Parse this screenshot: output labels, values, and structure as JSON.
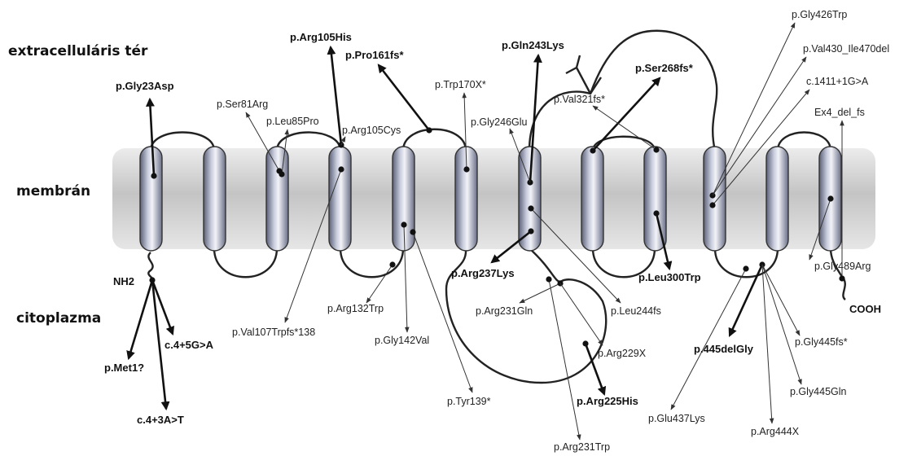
{
  "regions": {
    "extracellular": "extracelluláris tér",
    "membrane": "membrán",
    "cytoplasm": "citoplazma"
  },
  "termini": {
    "n_terminus": "NH2",
    "c_terminus": "COOH"
  },
  "mutations": [
    {
      "id": "gly23asp",
      "text": "p.Gly23Asp",
      "bold": true
    },
    {
      "id": "arg105his",
      "text": "p.Arg105His",
      "bold": true
    },
    {
      "id": "pro161fs",
      "text": "p.Pro161fs*",
      "bold": true
    },
    {
      "id": "gln243lys",
      "text": "p.Gln243Lys",
      "bold": true
    },
    {
      "id": "ser268fs",
      "text": "p.Ser268fs*",
      "bold": true
    },
    {
      "id": "ser81arg",
      "text": "p.Ser81Arg",
      "bold": false
    },
    {
      "id": "leu85pro",
      "text": "p.Leu85Pro",
      "bold": false
    },
    {
      "id": "arg105cys",
      "text": "p.Arg105Cys",
      "bold": false
    },
    {
      "id": "trp170x",
      "text": "p.Trp170X*",
      "bold": false
    },
    {
      "id": "gly246glu",
      "text": "p.Gly246Glu",
      "bold": false
    },
    {
      "id": "val321fs",
      "text": "p.Val321fs*",
      "bold": false
    },
    {
      "id": "gly426trp",
      "text": "p.Gly426Trp",
      "bold": false
    },
    {
      "id": "val430ile470del",
      "text": "p.Val430_Ile470del",
      "bold": false
    },
    {
      "id": "c1411",
      "text": "c.1411+1G>A",
      "bold": false
    },
    {
      "id": "ex4delfs",
      "text": "Ex4_del_fs",
      "bold": false
    },
    {
      "id": "arg237lys",
      "text": "p.Arg237Lys",
      "bold": true
    },
    {
      "id": "leu300trp",
      "text": "p.Leu300Trp",
      "bold": true
    },
    {
      "id": "gly489arg",
      "text": "p.Gly489Arg",
      "bold": false
    },
    {
      "id": "arg132trp",
      "text": "p.Arg132Trp",
      "bold": false
    },
    {
      "id": "arg231gln",
      "text": "p.Arg231Gln",
      "bold": false
    },
    {
      "id": "leu244fs",
      "text": "p.Leu244fs",
      "bold": false
    },
    {
      "id": "val107trpfs",
      "text": "p.Val107Trpfs*138",
      "bold": false
    },
    {
      "id": "gly142val",
      "text": "p.Gly142Val",
      "bold": false
    },
    {
      "id": "arg229x",
      "text": "p.Arg229X",
      "bold": false
    },
    {
      "id": "del445gly",
      "text": "p.445delGly",
      "bold": true
    },
    {
      "id": "gly445fs",
      "text": "p.Gly445fs*",
      "bold": false
    },
    {
      "id": "c45g",
      "text": "c.4+5G>A",
      "bold": true
    },
    {
      "id": "met1",
      "text": "p.Met1?",
      "bold": true
    },
    {
      "id": "c43a",
      "text": "c.4+3A>T",
      "bold": true
    },
    {
      "id": "tyr139",
      "text": "p.Tyr139*",
      "bold": false
    },
    {
      "id": "arg225his",
      "text": "p.Arg225His",
      "bold": true
    },
    {
      "id": "gly445gln",
      "text": "p.Gly445Gln",
      "bold": false
    },
    {
      "id": "glu437lys",
      "text": "p.Glu437Lys",
      "bold": false
    },
    {
      "id": "arg444x",
      "text": "p.Arg444X",
      "bold": false
    },
    {
      "id": "arg231trp",
      "text": "p.Arg231Trp",
      "bold": false
    }
  ]
}
